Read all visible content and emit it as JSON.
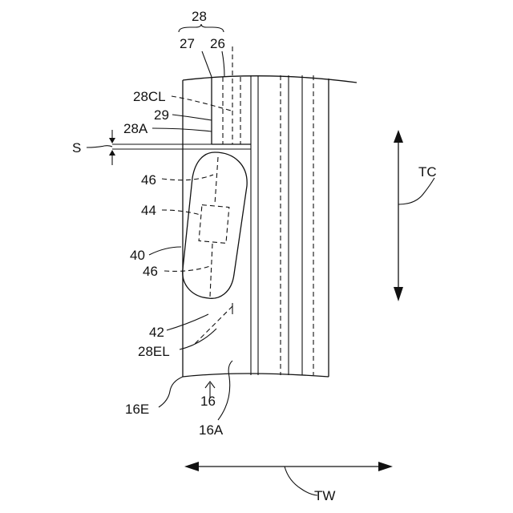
{
  "figure": {
    "labels": {
      "l28": "28",
      "l27": "27",
      "l26": "26",
      "l28CL": "28CL",
      "l29": "29",
      "l28A": "28A",
      "lS": "S",
      "l46a": "46",
      "l44": "44",
      "l40": "40",
      "l46b": "46",
      "l42": "42",
      "l28EL": "28EL",
      "l16": "16",
      "l16E": "16E",
      "l16A": "16A",
      "lTC": "TC",
      "lTW": "TW"
    }
  }
}
